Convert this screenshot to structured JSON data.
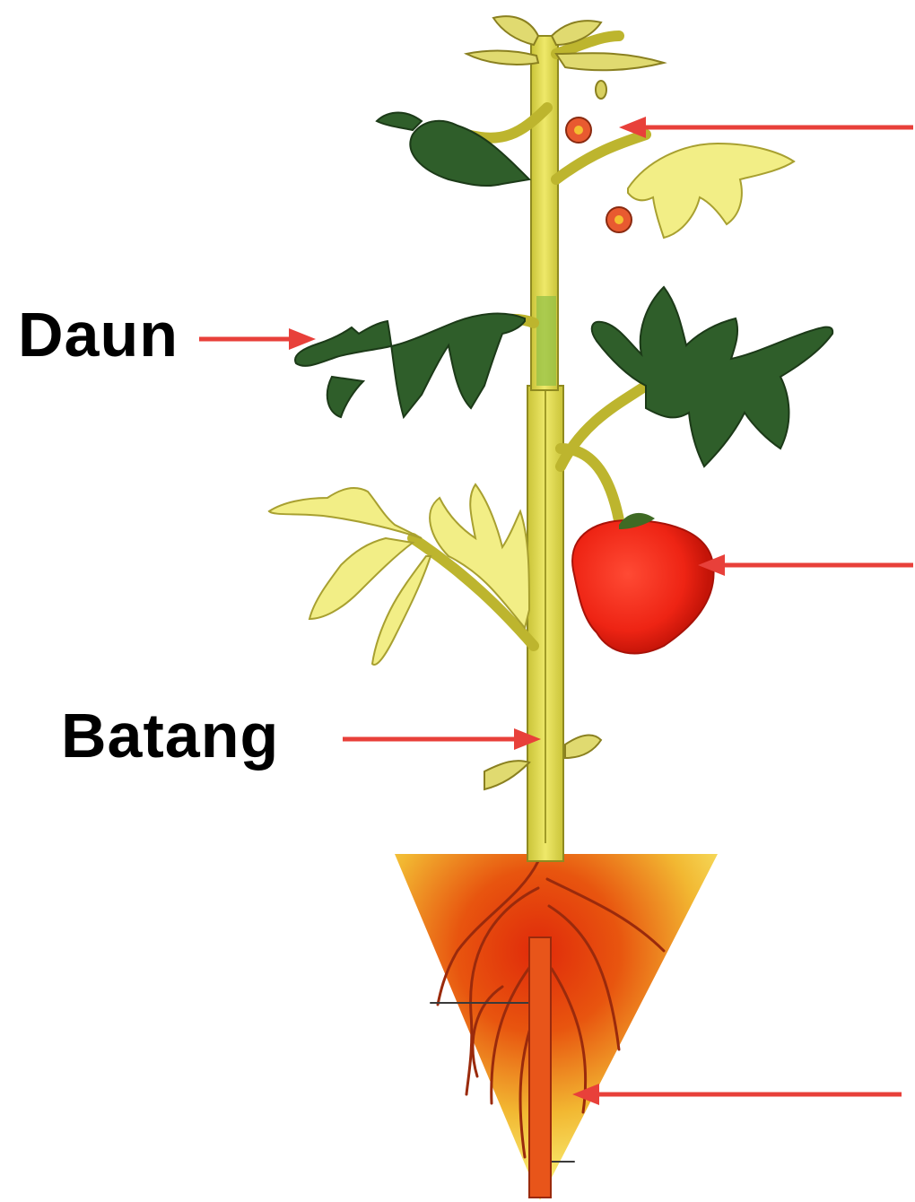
{
  "diagram": {
    "labels": {
      "leaf": "Daun",
      "stem": "Batang"
    },
    "colors": {
      "arrow": "#e8403a",
      "stem": "#e6e05a",
      "leaf_dark": "#2f5e2a",
      "leaf_light": "#f2ee86",
      "fruit": "#f02a1a",
      "soil_hot": "#e03510",
      "soil_cool": "#f6ea60"
    },
    "icons": [
      "arrow-right",
      "arrow-left",
      "tomato-plant"
    ]
  }
}
